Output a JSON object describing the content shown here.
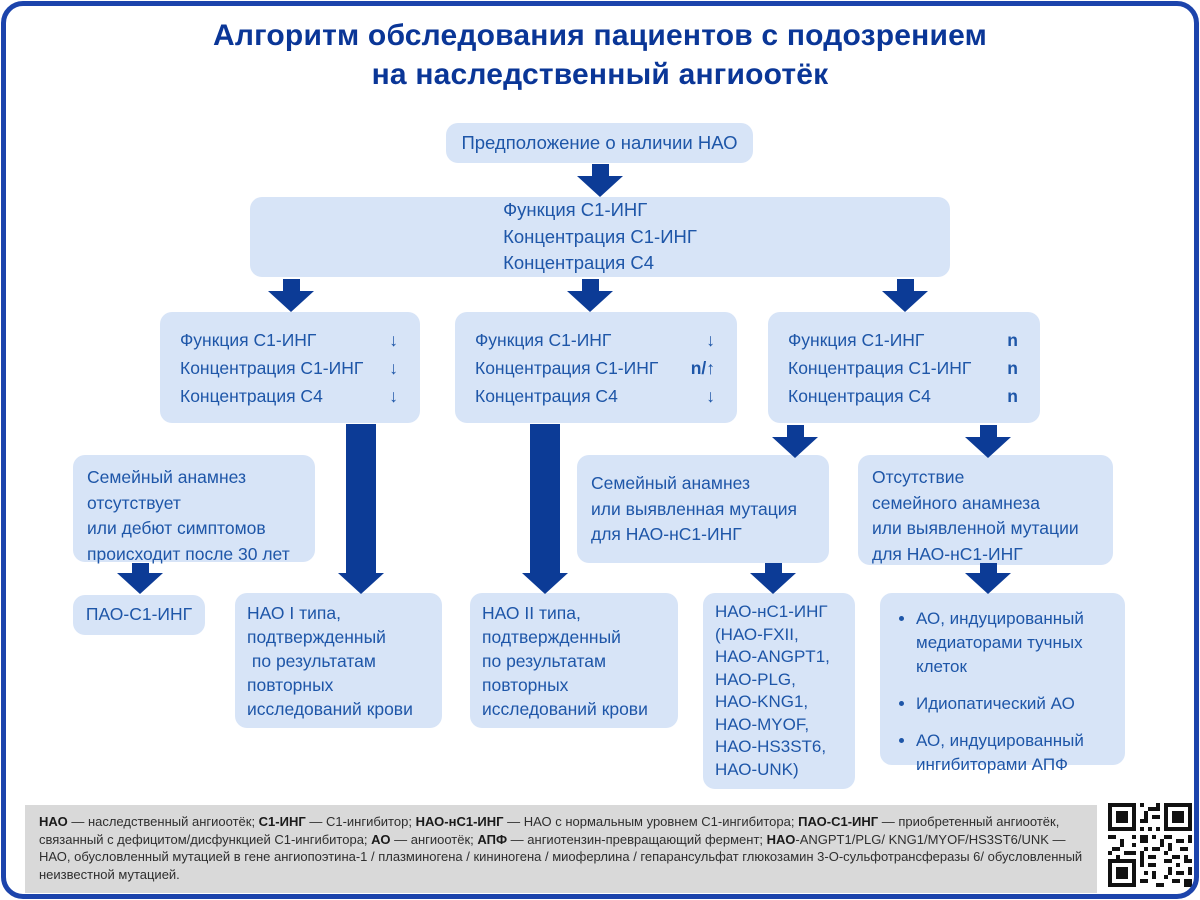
{
  "title": "Алгоритм обследования пациентов с подозрением\nна наследственный ангиоотёк",
  "nodes": {
    "hypothesis": "Предположение о наличии НАО",
    "tests": {
      "lines": "Функция С1-ИНГ\nКонцентрация С1-ИНГ\nКонцентрация С4"
    },
    "panel_low": {
      "rows": [
        {
          "label": "Функция С1-ИНГ",
          "value": "↓"
        },
        {
          "label": "Концентрация С1-ИНГ",
          "value": "↓"
        },
        {
          "label": "Концентрация С4",
          "value": "↓"
        }
      ]
    },
    "panel_mixed": {
      "rows": [
        {
          "label": "Функция С1-ИНГ",
          "value": "↓"
        },
        {
          "label": "Концентрация С1-ИНГ",
          "value": "n/↑"
        },
        {
          "label": "Концентрация С4",
          "value": "↓"
        }
      ]
    },
    "panel_normal": {
      "rows": [
        {
          "label": "Функция С1-ИНГ",
          "value": "n"
        },
        {
          "label": "Концентрация С1-ИНГ",
          "value": "n"
        },
        {
          "label": "Концентрация С4",
          "value": "n"
        }
      ]
    },
    "family_absent": "Семейный анамнез\nотсутствует\nили дебют симптомов\nпроисходит после 30 лет",
    "family_mutation": "Семейный анамнез\nили выявленная мутация\nдля НАО-нС1-ИНГ",
    "no_family": "Отсутствие\nсемейного анамнеза\nили выявленной мутации\nдля НАО-нС1-ИНГ",
    "pao": "ПАО-С1-ИНГ",
    "hae_type1": "НАО I типа,\nподтвержденный\n по результатам\nповторных\nисследований крови",
    "hae_type2": "НАО II типа,\nподтвержденный\nпо результатам\nповторных\nисследований крови",
    "hae_nc1": "НАО-нС1-ИНГ\n(НАО-FXII,\nНАО-ANGPT1,\nНАО-PLG,\nНАО-KNG1,\nНАО-MYOF,\nНАО-HS3ST6,\nНАО-UNK)",
    "other_ao": {
      "items": [
        "АО, индуцированный медиаторами тучных клеток",
        "Идиопатический АО",
        "АО, индуцированный ингибиторами АПФ"
      ]
    }
  },
  "footer": {
    "parts": [
      {
        "text": "НАО"
      },
      {
        "text": " — наследственный ангиоотёк; "
      },
      {
        "text": "С1-ИНГ"
      },
      {
        "text": " — С1-ингибитор; "
      },
      {
        "text": "НАО-нС1-ИНГ"
      },
      {
        "text": " — НАО с нормальным уровнем С1-ингибитора; "
      },
      {
        "text": "ПАО-С1-ИНГ"
      },
      {
        "text": " — приобретенный ангиоотёк, связанный с дефицитом/дисфункцией С1-ингибитора; "
      },
      {
        "text": "АО"
      },
      {
        "text": " — ангиоотёк; "
      },
      {
        "text": "АПФ"
      },
      {
        "text": " — ангиотензин-превращающий фермент; "
      },
      {
        "text": "НАО"
      },
      {
        "text": "-ANGPT1/PLG/ KNG1/MYOF/HS3ST6/UNK — НАО, обусловленный мутацией в гене ангиопоэтина-1 / плазминогена / кининогена / миоферлина / гепарансульфат глюкозамин 3-О-сульфотрансферазы 6/ обусловленный неизвестной мутацией."
      }
    ]
  },
  "colors": {
    "title_text": "#0a3697",
    "box_fill": "#d7e4f7",
    "box_text": "#1e56a8",
    "arrow": "#0c3b96",
    "frame": "#1c44ac",
    "footer_bg": "#d9d9d9"
  }
}
